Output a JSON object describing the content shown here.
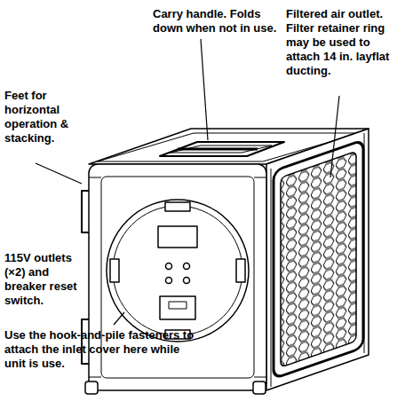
{
  "diagram": {
    "labels": [
      "Carry handle. Folds down when not in use.",
      "Filtered air outlet. Filter retainer ring may be used to attach 14 in. layflat ducting.",
      "Feet for horizontal operation & stacking.",
      "115V outlets (×2) and breaker reset switch.",
      "Use the hook-and-pile fasteners to attach the inlet cover here while unit is use."
    ]
  }
}
